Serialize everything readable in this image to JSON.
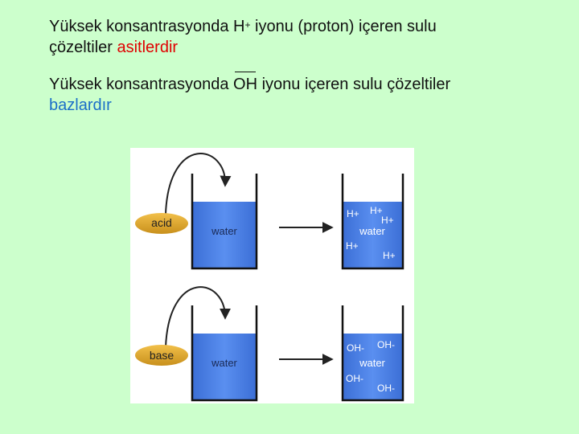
{
  "slide": {
    "line1_a": "Yüksek konsantrasyonda H",
    "line1_sup": "+",
    "line1_b": " iyonu (proton) içeren sulu",
    "line2_a": "çözeltiler ",
    "line2_highlight": "asitlerdir",
    "line3_a": "Yüksek konsantrasyonda ",
    "line3_oh": "OH",
    "line3_b": " iyonu içeren sulu çözeltiler",
    "line4_highlight": "bazlardır"
  },
  "diagram": {
    "acid_label": "acid",
    "base_label": "base",
    "water_label": "water",
    "h_ion": "H+",
    "oh_ion": "OH-"
  },
  "colors": {
    "background": "#ccffcc",
    "acid_text": "#e00000",
    "base_text": "#1b6fc8",
    "water_blue": "#4b7fdc",
    "label_oval": "#e0a62a"
  }
}
